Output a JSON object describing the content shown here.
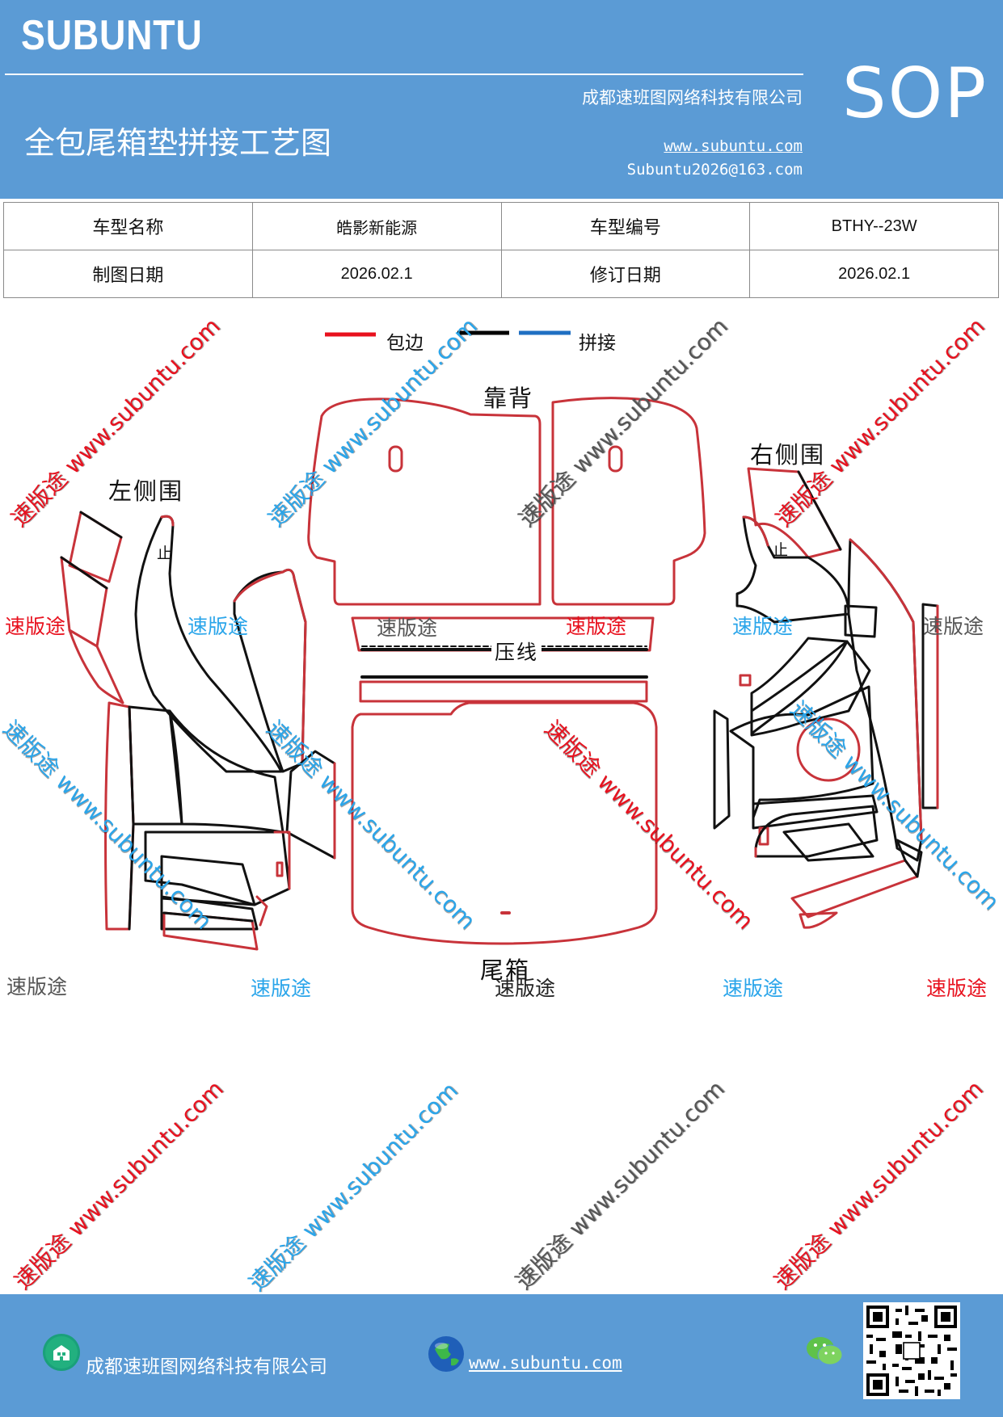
{
  "header": {
    "brand": "SUBUNTU",
    "badge": "SOP",
    "title": "全包尾箱垫拼接工艺图",
    "company": "成都速班图网络科技有限公司",
    "website": "www.subuntu.com",
    "email": "Subuntu2026@163.com"
  },
  "info_table": {
    "model_name_label": "车型名称",
    "model_name_value": "皓影新能源",
    "model_code_label": "车型编号",
    "model_code_value": "BTHY--23W",
    "draw_date_label": "制图日期",
    "draw_date_value": "2026.02.1",
    "revise_date_label": "修订日期",
    "revise_date_value": "2026.02.1"
  },
  "legend": {
    "items": [
      {
        "label": "包边",
        "color": "#e8111e"
      },
      {
        "label": "",
        "color": "#000000"
      },
      {
        "label": "拼接",
        "color": "#1f6fc2"
      }
    ]
  },
  "diagram": {
    "backrest_label": "靠背",
    "left_side_label": "左侧围",
    "right_side_label": "右侧围",
    "trunk_label": "尾箱",
    "crease_label": "压线",
    "stop_mark": "止",
    "colors": {
      "edge": "#c8333a",
      "seam": "#111111"
    }
  },
  "watermarks": {
    "brand_cn": "速版途",
    "site": "www.subuntu.com"
  },
  "footer": {
    "company": "成都速班图网络科技有限公司",
    "website": "www.subuntu.com"
  }
}
